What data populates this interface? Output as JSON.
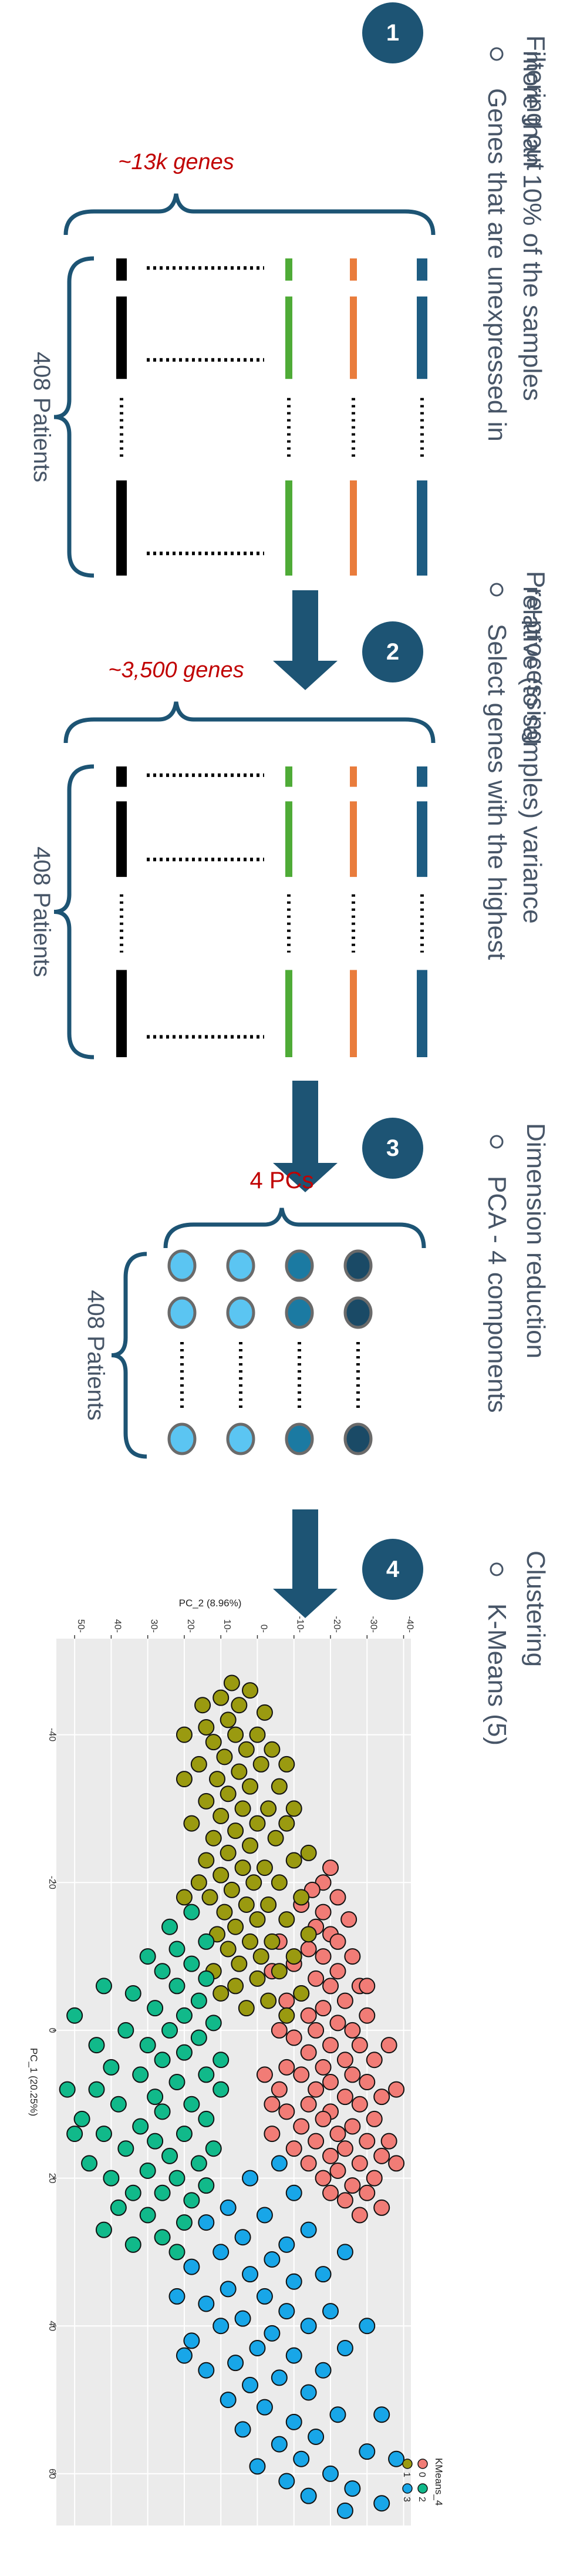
{
  "steps": [
    {
      "number": "1",
      "title": "Filtering out",
      "bullet": "Genes that are unexpressed in more than 10% of the samples"
    },
    {
      "number": "2",
      "title": "Pre-processing",
      "bullet": "Select genes with the highest relative (to samples) variance"
    },
    {
      "number": "3",
      "title": "Dimension reduction",
      "bullet": "PCA - 4 components"
    },
    {
      "number": "4",
      "title": "Clustering",
      "bullet": "K-Means (5)"
    }
  ],
  "matrices": [
    {
      "columns_label": "~13k genes",
      "rows_label": "408 Patients"
    },
    {
      "columns_label": "~3,500 genes",
      "rows_label": "408 Patients"
    },
    {
      "columns_label": "4 PCs",
      "rows_label": "408 Patients"
    }
  ],
  "colors": {
    "step_circle": "#1d5474",
    "arrow": "#1d5474",
    "bracket": "#1d5474",
    "step_text": "#475567",
    "label_red": "#c00000",
    "gene_black": "#000000",
    "gene_green": "#4fab37",
    "gene_orange": "#e97c3c",
    "gene_blue": "#1d5c82",
    "pc_light": "#5bc5f2",
    "pc_mid": "#1b7aa2",
    "pc_dark": "#1a4a66"
  },
  "chart_data": {
    "type": "scatter",
    "xlabel": "PC_1 (20.25%)",
    "ylabel": "PC_2 (8.96%)",
    "xlim": [
      -53,
      67
    ],
    "ylim": [
      -42,
      55
    ],
    "xticks": [
      -40,
      -20,
      0,
      20,
      40,
      60
    ],
    "yticks": [
      -40,
      -30,
      -20,
      -10,
      0,
      10,
      20,
      30,
      40,
      50
    ],
    "grid": true,
    "legend_title": "KMeans_4",
    "legend_position": "bottom-right",
    "series": [
      {
        "name": "0",
        "color": "#f17c76",
        "points": [
          [
            -22,
            -20
          ],
          [
            -20,
            -18
          ],
          [
            -19,
            -15
          ],
          [
            -18,
            -22
          ],
          [
            -17,
            -12
          ],
          [
            -16,
            -18
          ],
          [
            -15,
            -25
          ],
          [
            -14,
            -16
          ],
          [
            -13,
            -20
          ],
          [
            -12,
            -22
          ],
          [
            -11,
            -14
          ],
          [
            -10,
            -26
          ],
          [
            -10,
            -18
          ],
          [
            -9,
            -10
          ],
          [
            -8,
            -22
          ],
          [
            -7,
            -16
          ],
          [
            -6,
            -28
          ],
          [
            -6,
            -20
          ],
          [
            -5,
            -12
          ],
          [
            -4,
            -24
          ],
          [
            -3,
            -18
          ],
          [
            -2,
            -30
          ],
          [
            -2,
            -14
          ],
          [
            -1,
            -22
          ],
          [
            0,
            -26
          ],
          [
            0,
            -16
          ],
          [
            1,
            -10
          ],
          [
            2,
            -28
          ],
          [
            2,
            -20
          ],
          [
            3,
            -14
          ],
          [
            4,
            -32
          ],
          [
            4,
            -24
          ],
          [
            5,
            -18
          ],
          [
            5,
            -8
          ],
          [
            6,
            -26
          ],
          [
            6,
            -12
          ],
          [
            7,
            -30
          ],
          [
            7,
            -20
          ],
          [
            8,
            -16
          ],
          [
            8,
            -6
          ],
          [
            9,
            -34
          ],
          [
            9,
            -24
          ],
          [
            10,
            -28
          ],
          [
            10,
            -14
          ],
          [
            11,
            -20
          ],
          [
            11,
            -8
          ],
          [
            12,
            -32
          ],
          [
            12,
            -18
          ],
          [
            13,
            -26
          ],
          [
            13,
            -12
          ],
          [
            14,
            -22
          ],
          [
            14,
            -4
          ],
          [
            15,
            -30
          ],
          [
            15,
            -16
          ],
          [
            16,
            -24
          ],
          [
            16,
            -10
          ],
          [
            17,
            -34
          ],
          [
            17,
            -20
          ],
          [
            18,
            -28
          ],
          [
            18,
            -14
          ],
          [
            19,
            -22
          ],
          [
            20,
            -32
          ],
          [
            20,
            -18
          ],
          [
            21,
            -26
          ],
          [
            22,
            -30
          ],
          [
            22,
            -20
          ],
          [
            23,
            -24
          ],
          [
            24,
            -34
          ],
          [
            25,
            -28
          ],
          [
            -12,
            -6
          ],
          [
            -8,
            -4
          ],
          [
            -4,
            -8
          ],
          [
            0,
            -6
          ],
          [
            6,
            -2
          ],
          [
            10,
            -4
          ],
          [
            -6,
            -30
          ],
          [
            2,
            -36
          ],
          [
            8,
            -38
          ],
          [
            15,
            -36
          ],
          [
            18,
            -38
          ]
        ]
      },
      {
        "name": "1",
        "color": "#9a9a10",
        "points": [
          [
            -46,
            2
          ],
          [
            -45,
            10
          ],
          [
            -44,
            5
          ],
          [
            -43,
            -2
          ],
          [
            -42,
            8
          ],
          [
            -41,
            14
          ],
          [
            -40,
            0
          ],
          [
            -40,
            6
          ],
          [
            -39,
            12
          ],
          [
            -38,
            -4
          ],
          [
            -38,
            3
          ],
          [
            -37,
            9
          ],
          [
            -36,
            16
          ],
          [
            -36,
            -1
          ],
          [
            -35,
            5
          ],
          [
            -34,
            11
          ],
          [
            -33,
            -6
          ],
          [
            -33,
            2
          ],
          [
            -32,
            8
          ],
          [
            -31,
            14
          ],
          [
            -30,
            -3
          ],
          [
            -30,
            4
          ],
          [
            -29,
            10
          ],
          [
            -28,
            -8
          ],
          [
            -28,
            0
          ],
          [
            -27,
            6
          ],
          [
            -26,
            12
          ],
          [
            -26,
            -5
          ],
          [
            -25,
            2
          ],
          [
            -24,
            8
          ],
          [
            -23,
            -10
          ],
          [
            -23,
            14
          ],
          [
            -22,
            -2
          ],
          [
            -22,
            4
          ],
          [
            -21,
            10
          ],
          [
            -20,
            -6
          ],
          [
            -20,
            1
          ],
          [
            -19,
            7
          ],
          [
            -18,
            -12
          ],
          [
            -18,
            13
          ],
          [
            -17,
            -3
          ],
          [
            -17,
            3
          ],
          [
            -16,
            9
          ],
          [
            -15,
            -8
          ],
          [
            -15,
            0
          ],
          [
            -14,
            6
          ],
          [
            -13,
            -14
          ],
          [
            -13,
            11
          ],
          [
            -12,
            -4
          ],
          [
            -12,
            2
          ],
          [
            -11,
            8
          ],
          [
            -10,
            -10
          ],
          [
            -10,
            -1
          ],
          [
            -9,
            5
          ],
          [
            -8,
            12
          ],
          [
            -8,
            -6
          ],
          [
            -7,
            0
          ],
          [
            -6,
            6
          ],
          [
            -5,
            -12
          ],
          [
            -5,
            10
          ],
          [
            -4,
            -3
          ],
          [
            -3,
            3
          ],
          [
            -2,
            -8
          ],
          [
            -28,
            18
          ],
          [
            -34,
            20
          ],
          [
            -40,
            20
          ],
          [
            -18,
            20
          ],
          [
            -24,
            -14
          ],
          [
            -30,
            -10
          ],
          [
            -36,
            -8
          ],
          [
            -44,
            15
          ],
          [
            -47,
            7
          ],
          [
            -20,
            16
          ]
        ]
      },
      {
        "name": "2",
        "color": "#11b98a",
        "points": [
          [
            -16,
            18
          ],
          [
            -14,
            24
          ],
          [
            -12,
            14
          ],
          [
            -11,
            22
          ],
          [
            -10,
            30
          ],
          [
            -9,
            18
          ],
          [
            -8,
            26
          ],
          [
            -7,
            14
          ],
          [
            -6,
            22
          ],
          [
            -5,
            34
          ],
          [
            -4,
            16
          ],
          [
            -3,
            28
          ],
          [
            -2,
            20
          ],
          [
            -1,
            12
          ],
          [
            0,
            24
          ],
          [
            0,
            36
          ],
          [
            1,
            16
          ],
          [
            2,
            30
          ],
          [
            3,
            20
          ],
          [
            4,
            10
          ],
          [
            4,
            26
          ],
          [
            5,
            40
          ],
          [
            6,
            14
          ],
          [
            6,
            32
          ],
          [
            7,
            22
          ],
          [
            8,
            44
          ],
          [
            8,
            10
          ],
          [
            9,
            28
          ],
          [
            10,
            18
          ],
          [
            10,
            38
          ],
          [
            11,
            26
          ],
          [
            12,
            14
          ],
          [
            12,
            48
          ],
          [
            13,
            32
          ],
          [
            14,
            20
          ],
          [
            14,
            42
          ],
          [
            15,
            28
          ],
          [
            16,
            12
          ],
          [
            16,
            36
          ],
          [
            17,
            24
          ],
          [
            18,
            46
          ],
          [
            18,
            16
          ],
          [
            19,
            30
          ],
          [
            20,
            22
          ],
          [
            20,
            40
          ],
          [
            21,
            14
          ],
          [
            22,
            34
          ],
          [
            22,
            26
          ],
          [
            23,
            18
          ],
          [
            24,
            38
          ],
          [
            25,
            30
          ],
          [
            26,
            20
          ],
          [
            27,
            42
          ],
          [
            28,
            26
          ],
          [
            29,
            34
          ],
          [
            30,
            22
          ],
          [
            -6,
            42
          ],
          [
            -2,
            50
          ],
          [
            2,
            44
          ],
          [
            8,
            52
          ],
          [
            14,
            50
          ]
        ]
      },
      {
        "name": "3",
        "color": "#18a6e8",
        "points": [
          [
            18,
            -6
          ],
          [
            20,
            2
          ],
          [
            22,
            -10
          ],
          [
            24,
            8
          ],
          [
            25,
            -2
          ],
          [
            26,
            14
          ],
          [
            27,
            -14
          ],
          [
            28,
            4
          ],
          [
            29,
            -8
          ],
          [
            30,
            10
          ],
          [
            31,
            -4
          ],
          [
            32,
            18
          ],
          [
            33,
            -18
          ],
          [
            33,
            2
          ],
          [
            34,
            -10
          ],
          [
            35,
            8
          ],
          [
            36,
            -2
          ],
          [
            37,
            14
          ],
          [
            38,
            -20
          ],
          [
            38,
            -8
          ],
          [
            39,
            4
          ],
          [
            40,
            -14
          ],
          [
            40,
            10
          ],
          [
            41,
            -4
          ],
          [
            42,
            18
          ],
          [
            43,
            -24
          ],
          [
            43,
            0
          ],
          [
            44,
            -10
          ],
          [
            45,
            6
          ],
          [
            46,
            -18
          ],
          [
            46,
            14
          ],
          [
            47,
            -6
          ],
          [
            48,
            2
          ],
          [
            49,
            -14
          ],
          [
            50,
            8
          ],
          [
            51,
            -2
          ],
          [
            52,
            -22
          ],
          [
            53,
            -10
          ],
          [
            54,
            4
          ],
          [
            55,
            -16
          ],
          [
            56,
            -6
          ],
          [
            57,
            -30
          ],
          [
            58,
            -12
          ],
          [
            59,
            0
          ],
          [
            60,
            -20
          ],
          [
            61,
            -8
          ],
          [
            62,
            -26
          ],
          [
            63,
            -14
          ],
          [
            64,
            -34
          ],
          [
            65,
            -24
          ],
          [
            36,
            22
          ],
          [
            44,
            20
          ],
          [
            30,
            -24
          ],
          [
            40,
            -30
          ],
          [
            52,
            -34
          ],
          [
            58,
            -38
          ]
        ]
      }
    ]
  }
}
